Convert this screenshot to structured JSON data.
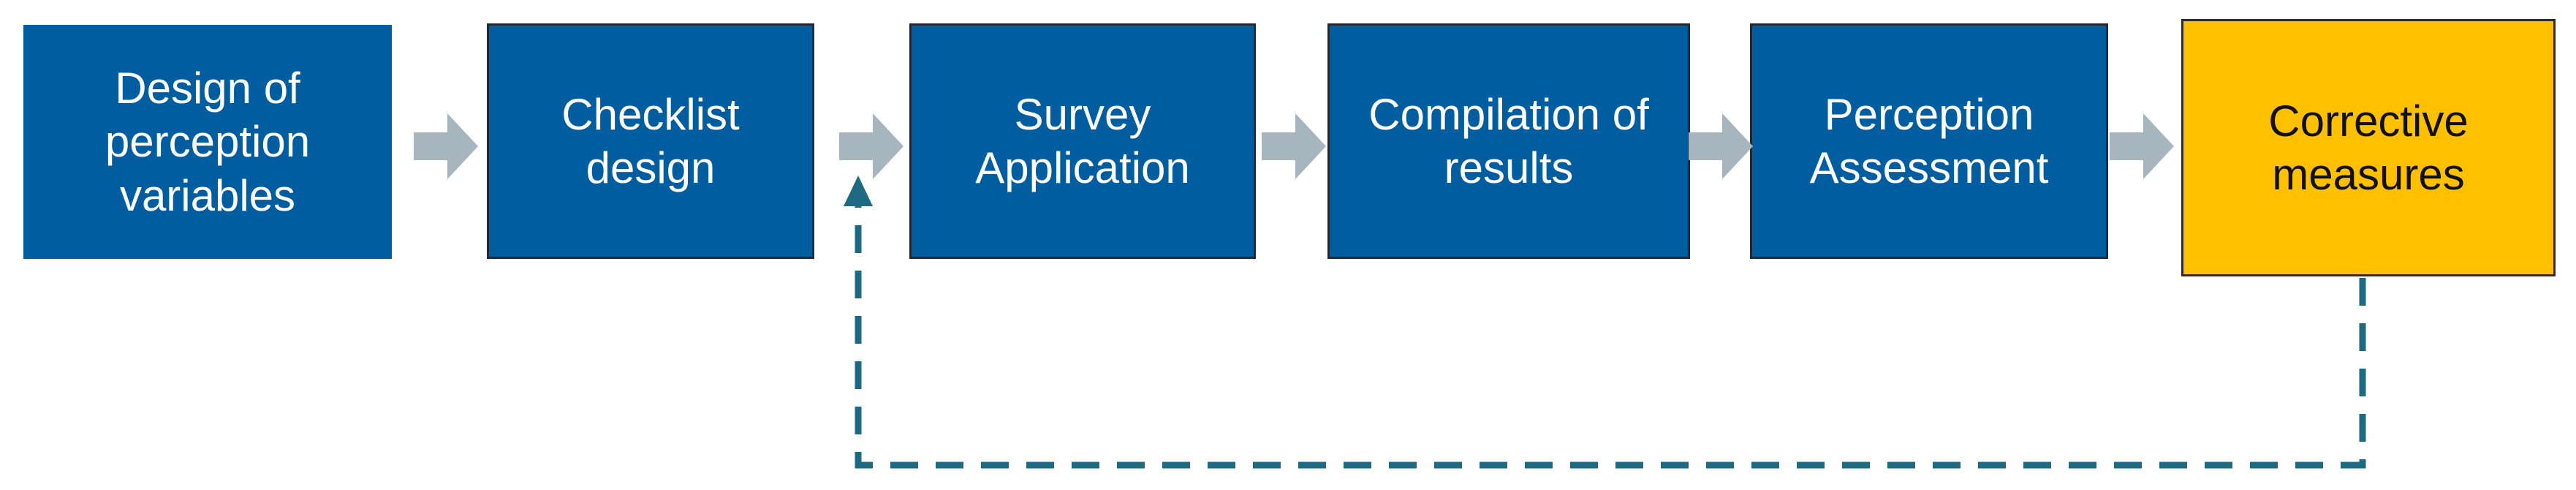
{
  "steps": [
    {
      "label": "Design of perception variables"
    },
    {
      "label": "Checklist design"
    },
    {
      "label": "Survey Application"
    },
    {
      "label": "Compilation of results"
    },
    {
      "label": "Perception Assessment"
    },
    {
      "label": "Corrective measures"
    }
  ],
  "colors": {
    "process_box": "#005da0",
    "corrective_box": "#ffc000",
    "flow_arrow": "#a7b5bf",
    "feedback_line": "#1d6a82"
  },
  "feedback": {
    "from": "Corrective measures",
    "to": "Survey Application",
    "style": "dashed"
  }
}
